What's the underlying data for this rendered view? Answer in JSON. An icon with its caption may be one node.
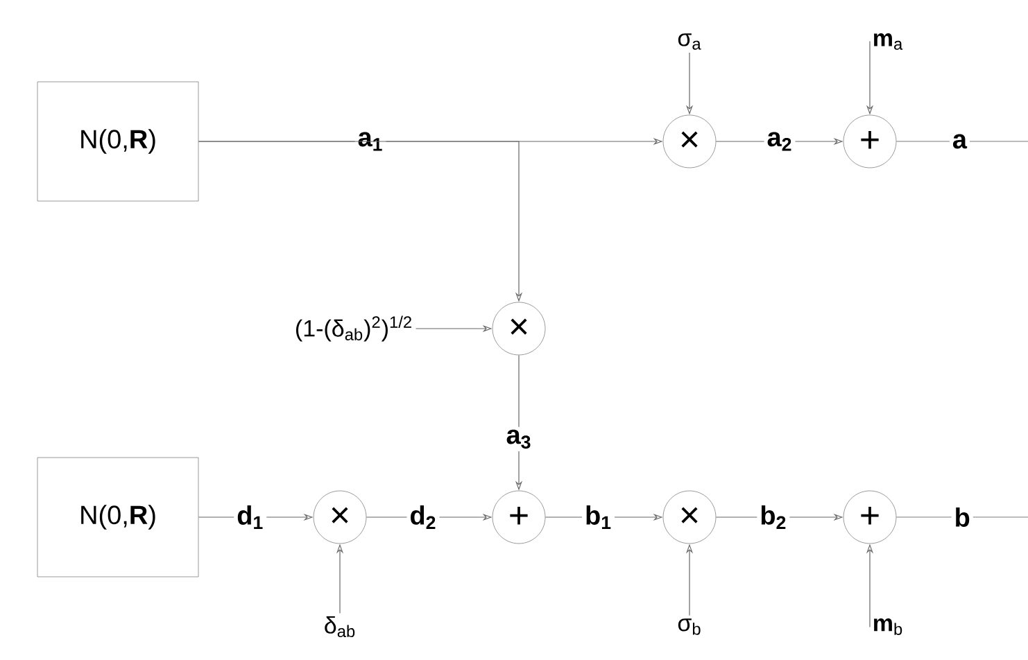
{
  "diagram": {
    "nodes": [
      {
        "text": [
          "N(0,**R**)"
        ]
      },
      {
        "text": [
          "×"
        ]
      },
      {
        "text": [
          "+"
        ]
      },
      {
        "text": [
          "σ$_{a}$"
        ]
      },
      {
        "text": [
          "**m**$_{a}$"
        ]
      },
      {
        "text": [
          "×"
        ]
      },
      {
        "text": [
          "(1-(δ$_{ab}$)$^{2}$)$^{1/2}$"
        ]
      },
      {
        "text": [
          "N(0,**R**)"
        ]
      },
      {
        "text": [
          "×"
        ]
      },
      {
        "text": [
          "+"
        ]
      },
      {
        "text": [
          "×"
        ]
      },
      {
        "text": [
          "+"
        ]
      },
      {
        "text": [
          "δ$_{ab}$"
        ]
      },
      {
        "text": [
          "σ$_{b}$"
        ]
      },
      {
        "text": [
          "**m**$_{b}$"
        ]
      }
    ],
    "edges": [
      {
        "from": 0,
        "to": 1,
        "arrow": "to",
        "label": "a$_{1}$"
      },
      {
        "from": 0,
        "to": 5,
        "arrow": "to"
      },
      {
        "from": 1,
        "to": 2,
        "arrow": "to",
        "label": "a$_{2}$"
      },
      {
        "from": 2,
        "to": null,
        "arrow": "none",
        "label": "a"
      },
      {
        "from": 3,
        "to": 1,
        "arrow": "to"
      },
      {
        "from": 4,
        "to": 2,
        "arrow": "to"
      },
      {
        "from": 6,
        "to": 5,
        "arrow": "to"
      },
      {
        "from": 5,
        "to": 9,
        "arrow": "to",
        "label": "a$_{3}$"
      },
      {
        "from": 7,
        "to": 8,
        "arrow": "to",
        "label": "d$_{1}$"
      },
      {
        "from": 8,
        "to": 9,
        "arrow": "to",
        "label": "d$_{2}$"
      },
      {
        "from": 9,
        "to": 10,
        "arrow": "to",
        "label": "b$_{1}$"
      },
      {
        "from": 10,
        "to": 11,
        "arrow": "to",
        "label": "b$_{2}$"
      },
      {
        "from": 11,
        "to": null,
        "arrow": "none",
        "label": "b"
      },
      {
        "from": 12,
        "to": 8,
        "arrow": "to"
      },
      {
        "from": 13,
        "to": 10,
        "arrow": "to"
      },
      {
        "from": 14,
        "to": 11,
        "arrow": "to"
      }
    ]
  }
}
